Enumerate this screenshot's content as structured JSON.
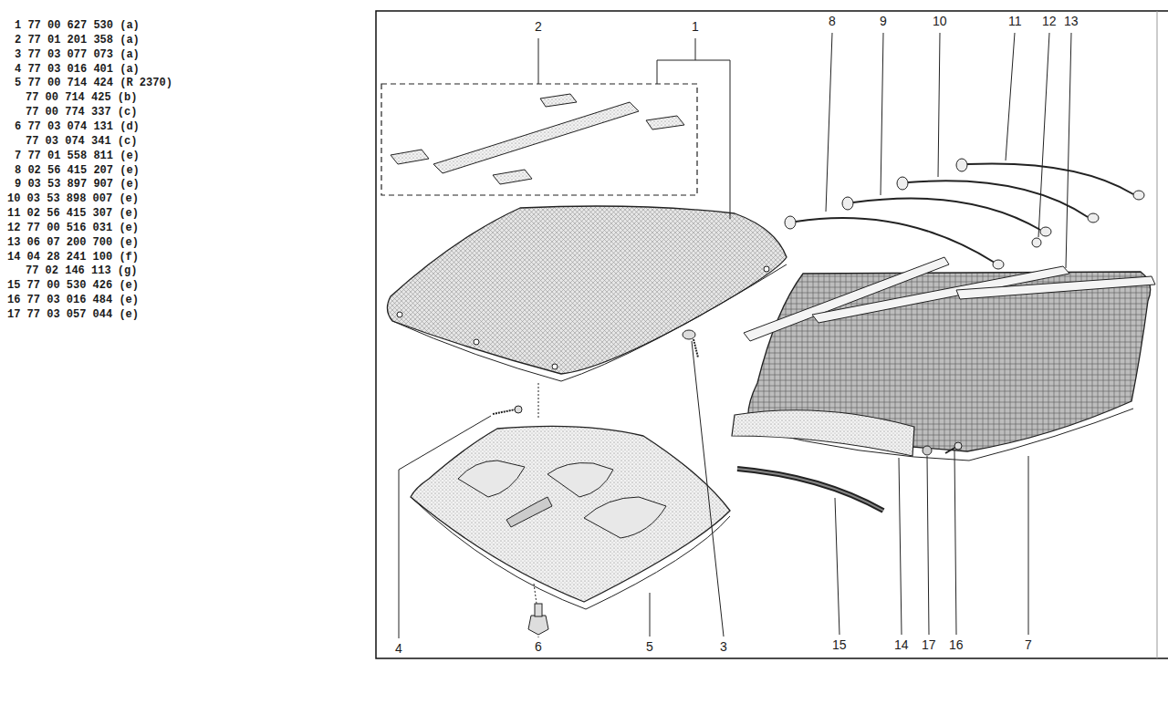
{
  "diagram": {
    "labels": [
      "1 77 00 627 530 (a)",
      "2 77 01 201 358 (a)",
      "3 77 03 077 073 (a)",
      "4 77 03 016 401 (a)",
      "5 77 00 714 424 (R 2370)",
      "77 00 714 425 (b)",
      "77 00 774 337 (c)",
      "6 77 03 074 131 (d)",
      "77 03 074 341 (c)",
      "7 77 01 558 811 (e)",
      "8 02 56 415 207 (e)",
      "9 03 53 897 907 (e)",
      "10 03 53 898 007 (e)",
      "11 02 56 415 307 (e)",
      "12 77 00 516 031 (e)",
      "13 06 07 200 700 (e)",
      "14 04 28 241 100 (f)",
      "77 02 146 113 (g)",
      "15 77 00 530 426 (e)",
      "16 77 03 016 484 (e)",
      "17 77 03 057 044 (e)",
      "2",
      "1",
      "8",
      "9",
      "10",
      "11",
      "12",
      "13",
      "4",
      "6",
      "5",
      "3",
      "15",
      "14",
      "17",
      "16",
      "7"
    ]
  }
}
